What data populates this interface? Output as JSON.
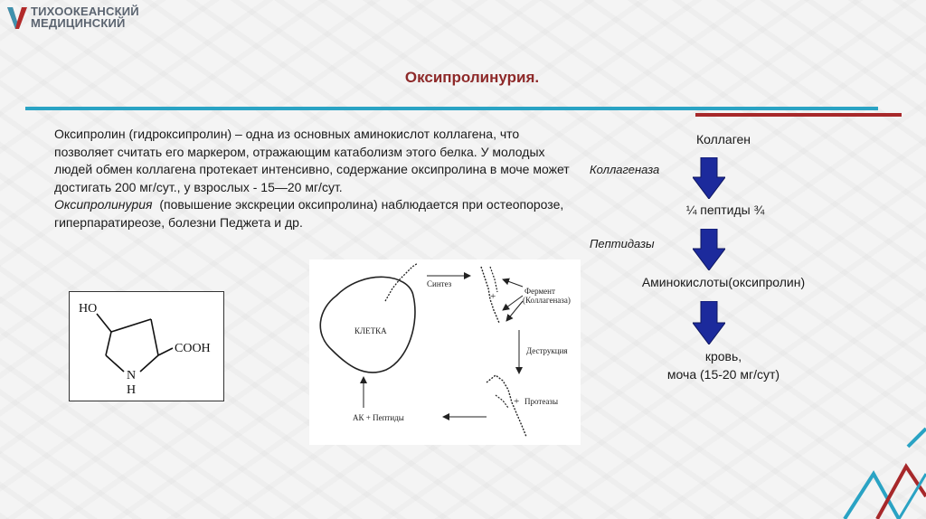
{
  "logo": {
    "line1": "ТИХООКЕАНСКИЙ",
    "line2": "МЕДИЦИНСКИЙ"
  },
  "title": "Оксипролинурия.",
  "paragraph": {
    "text1": "Оксипролин (гидроксипролин) – одна из основных аминокислот коллагена, что позволяет считать его маркером, отражающим катаболизм этого белка. У молодых людей обмен коллагена протекает интенсивно, содержание оксипролина в моче может достигать 200 мг/сут., у взрослых - 15—20 мг/сут.",
    "term": "Оксипролинурия",
    "text2": "(повышение экскреции оксипролина) наблюдается при остеопорозе, гиперпаратиреозе, болезни Педжета и др."
  },
  "formula": {
    "ho": "HO",
    "cooh": "COOH",
    "n": "N",
    "h": "H"
  },
  "cycle": {
    "cell": "КЛЕТКА",
    "synthesis": "Синтез",
    "enzyme_line1": "Фермент",
    "enzyme_line2": "(Коллагеназа)",
    "plus1": "+",
    "destruction": "Деструкция",
    "plus2": "+",
    "proteases": "Протеазы",
    "ak": "АК + Пептиды"
  },
  "scheme": {
    "collagen": "Коллаген",
    "collagenase": "Коллагеназа",
    "peptides": "¼ пептиды ¾",
    "peptidases": "Пептидазы",
    "amino": "Аминокислоты(оксипролин)",
    "blood": "кровь,",
    "urine": "моча (15-20 мг/сут)"
  },
  "colors": {
    "title": "#8e2a2a",
    "teal_bar": "#2aa3c4",
    "red_bar": "#a7282a",
    "arrow": "#1c2a9c"
  }
}
